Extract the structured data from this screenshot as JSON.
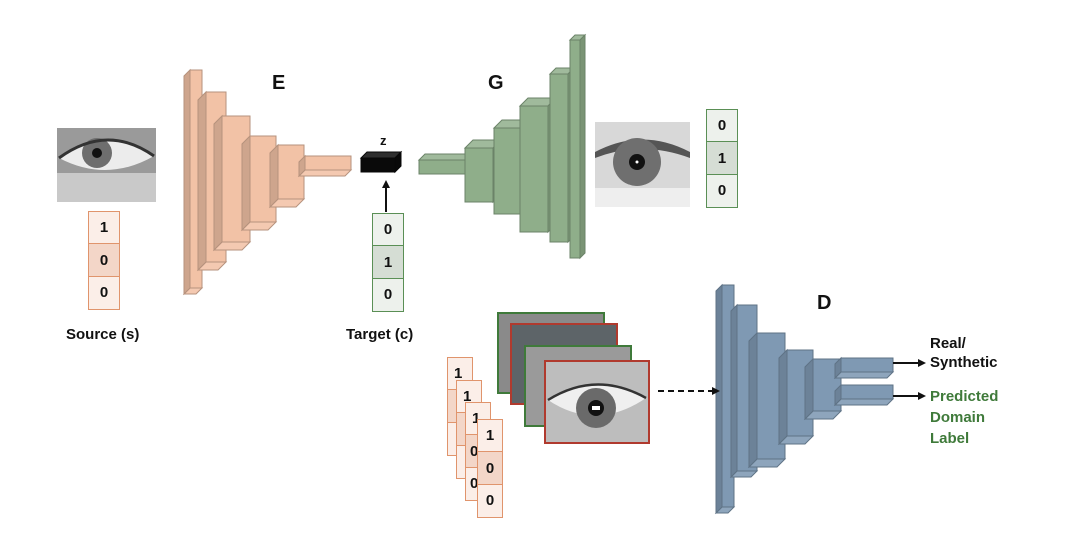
{
  "encoder": {
    "label": "E",
    "color": "#f2c2a6"
  },
  "generator": {
    "label": "G",
    "color": "#8fae8a"
  },
  "discriminator": {
    "label": "D",
    "color": "#7f99b3"
  },
  "latent": {
    "label": "z"
  },
  "source": {
    "label": "Source (s)",
    "vector": [
      "1",
      "0",
      "0"
    ]
  },
  "target": {
    "label": "Target (c)",
    "vector": [
      "0",
      "1",
      "0"
    ]
  },
  "generated": {
    "vector": [
      "0",
      "1",
      "0"
    ]
  },
  "stack_vectors": [
    {
      "vector": [
        "1",
        "0",
        "0"
      ]
    },
    {
      "vector": [
        "1",
        "0",
        "0"
      ]
    },
    {
      "vector": [
        "1",
        "0",
        "0"
      ]
    },
    {
      "vector": [
        "1",
        "0",
        "0"
      ]
    }
  ],
  "outputs": {
    "real_synthetic": "Real/ Synthetic",
    "real_line1": "Real/",
    "real_line2": "Synthetic",
    "pred_line1": "Predicted",
    "pred_line2": "Domain",
    "pred_line3": "Label",
    "pred_color": "#3f7a3a"
  }
}
